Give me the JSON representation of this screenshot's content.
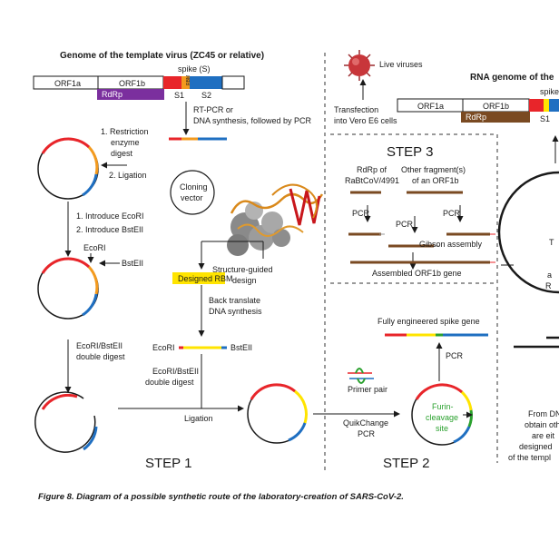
{
  "step1": {
    "genome_title": "Genome of the template virus (ZC45 or relative)",
    "spike_label": "spike (S)",
    "orf1a": "ORF1a",
    "orf1b": "ORF1b",
    "rdrp": "RdRp",
    "rbm": "RBM",
    "s1": "S1",
    "s2": "S2",
    "rtpcr": [
      "RT-PCR or",
      "DNA synthesis, followed by PCR"
    ],
    "restriction": [
      "1. Restriction",
      "enzyme",
      "digest"
    ],
    "ligation2": "2. Ligation",
    "cloning_vector": [
      "Cloning",
      "vector"
    ],
    "introduce": [
      "1. Introduce EcoRI",
      "2. Introduce BstEII"
    ],
    "ecori": "EcoRI",
    "bsteii": "BstEII",
    "structure_guided": [
      "Structure-guided",
      "design"
    ],
    "designed_rbm": "Designed RBM",
    "back_translate": [
      "Back translate",
      "DNA synthesis"
    ],
    "ecori_bsteii_double": [
      "EcoRI/BstEII",
      "double digest"
    ],
    "ligation": "Ligation",
    "title": "STEP 1"
  },
  "step2": {
    "primer_pair": "Primer pair",
    "quikchange": [
      "QuikChange",
      "PCR"
    ],
    "furin": [
      "Furin-",
      "cleavage",
      "site"
    ],
    "pcr": "PCR",
    "fully_engineered": "Fully engineered spike gene",
    "title": "STEP 2"
  },
  "step3": {
    "title": "STEP 3",
    "rdrp_of": [
      "RdRp of",
      "RaBtCoV/4991"
    ],
    "other_fragments": [
      "Other fragment(s)",
      "of an ORF1b"
    ],
    "pcr": "PCR",
    "gibson": "Gibson assembly",
    "assembled": "Assembled ORF1b gene"
  },
  "right": {
    "live_viruses": "Live viruses",
    "rna_genome": "RNA genome of the",
    "transfection": [
      "Transfection",
      "into Vero E6 cells"
    ],
    "orf1a": "ORF1a",
    "orf1b": "ORF1b",
    "rdrp": "RdRp",
    "spike": "spike",
    "s1": "S1",
    "r_letter": "R",
    "t_letter": "T",
    "a_letter": "a",
    "from_dna": [
      "From DN",
      "obtain oth",
      "are eit",
      "designed",
      "of the templ"
    ]
  },
  "caption": "Figure 8. Diagram of a possible synthetic route of the laboratory-creation of SARS-CoV-2.",
  "colors": {
    "red": "#e8252a",
    "orange": "#f39a1e",
    "blue": "#1f6fc1",
    "yellow": "#ffe400",
    "purple": "#7b2f9e",
    "brown": "#7a4a22",
    "green": "#2aa12e"
  }
}
